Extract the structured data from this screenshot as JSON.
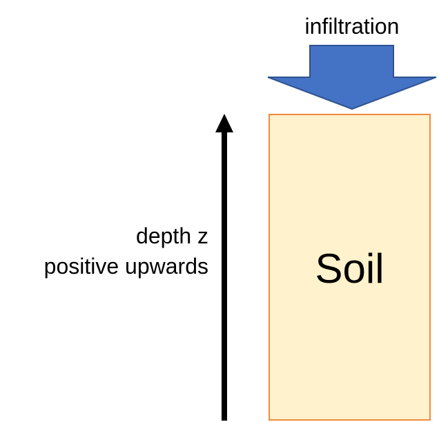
{
  "labels": {
    "infiltration": "infiltration",
    "depth_line1": "depth z",
    "depth_line2": "positive upwards",
    "soil": "Soil"
  },
  "colors": {
    "infiltration_arrow_fill": "#4472c4",
    "infiltration_arrow_stroke": "#2f528f",
    "soil_fill": "#fff2cc",
    "soil_border": "#f08a3c",
    "depth_arrow": "#000000"
  }
}
